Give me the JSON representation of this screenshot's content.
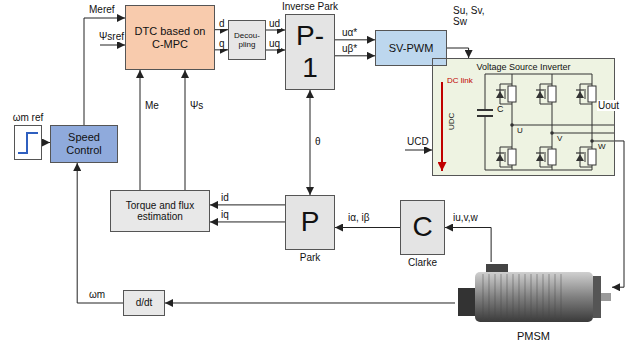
{
  "diagram": {
    "nodes": [
      {
        "text": [
          "DTC based on C-MPC"
        ]
      },
      {
        "text": [
          "Decou- pling"
        ]
      },
      {
        "text": [
          "Inverse Park",
          "P-1"
        ]
      },
      {
        "text": [
          "SV-PWM"
        ]
      },
      {
        "text": [
          "Voltage Source Inverter"
        ]
      },
      {
        "text": [
          "ωm ref"
        ]
      },
      {
        "text": [
          "Speed Control"
        ]
      },
      {
        "text": [
          "Torque and flux estimation"
        ]
      },
      {
        "text": [
          "P",
          "Park"
        ]
      },
      {
        "text": [
          "C",
          "Clarke"
        ]
      },
      {
        "text": [
          "d/dt"
        ]
      },
      {
        "text": [
          "PMSM"
        ]
      }
    ],
    "edges": [
      {
        "from": 6,
        "to": 0,
        "arrow": "to",
        "label": "Meref"
      },
      {
        "from": 0,
        "to": 1,
        "arrow": "to",
        "label": "d"
      },
      {
        "from": 0,
        "to": 1,
        "arrow": "to",
        "label": "q"
      },
      {
        "from": 1,
        "to": 2,
        "arrow": "to",
        "label": "ud"
      },
      {
        "from": 1,
        "to": 2,
        "arrow": "to",
        "label": "uq"
      },
      {
        "from": 2,
        "to": 3,
        "arrow": "to",
        "label": "uα*"
      },
      {
        "from": 2,
        "to": 3,
        "arrow": "to",
        "label": "uβ*"
      },
      {
        "from": 3,
        "to": 4,
        "arrow": "to",
        "label": "Su, Sv, Sw"
      },
      {
        "from": 4,
        "to": 11,
        "arrow": "to",
        "label": "Uout"
      },
      {
        "from": 11,
        "to": 9,
        "arrow": "to",
        "label": "iu,v,w"
      },
      {
        "from": 9,
        "to": 8,
        "arrow": "to",
        "label": "iα, iβ"
      },
      {
        "from": 8,
        "to": 7,
        "arrow": "to",
        "label": "id"
      },
      {
        "from": 8,
        "to": 7,
        "arrow": "to",
        "label": "iq"
      },
      {
        "from": 8,
        "to": 2,
        "arrow": "both"
      },
      {
        "from": 7,
        "to": 0,
        "arrow": "to",
        "label": "Me"
      },
      {
        "from": 7,
        "to": 0,
        "arrow": "to",
        "label": "Ψs"
      },
      {
        "from": 11,
        "to": 10,
        "arrow": "to"
      },
      {
        "from": 10,
        "to": 6,
        "arrow": "to",
        "label": "ωm"
      },
      {
        "from": 5,
        "to": 6,
        "arrow": "to"
      }
    ],
    "labels": [
      "Ψsref",
      "UCD",
      "DC link",
      "UDC",
      "C",
      "U",
      "V",
      "W",
      "θ"
    ]
  }
}
